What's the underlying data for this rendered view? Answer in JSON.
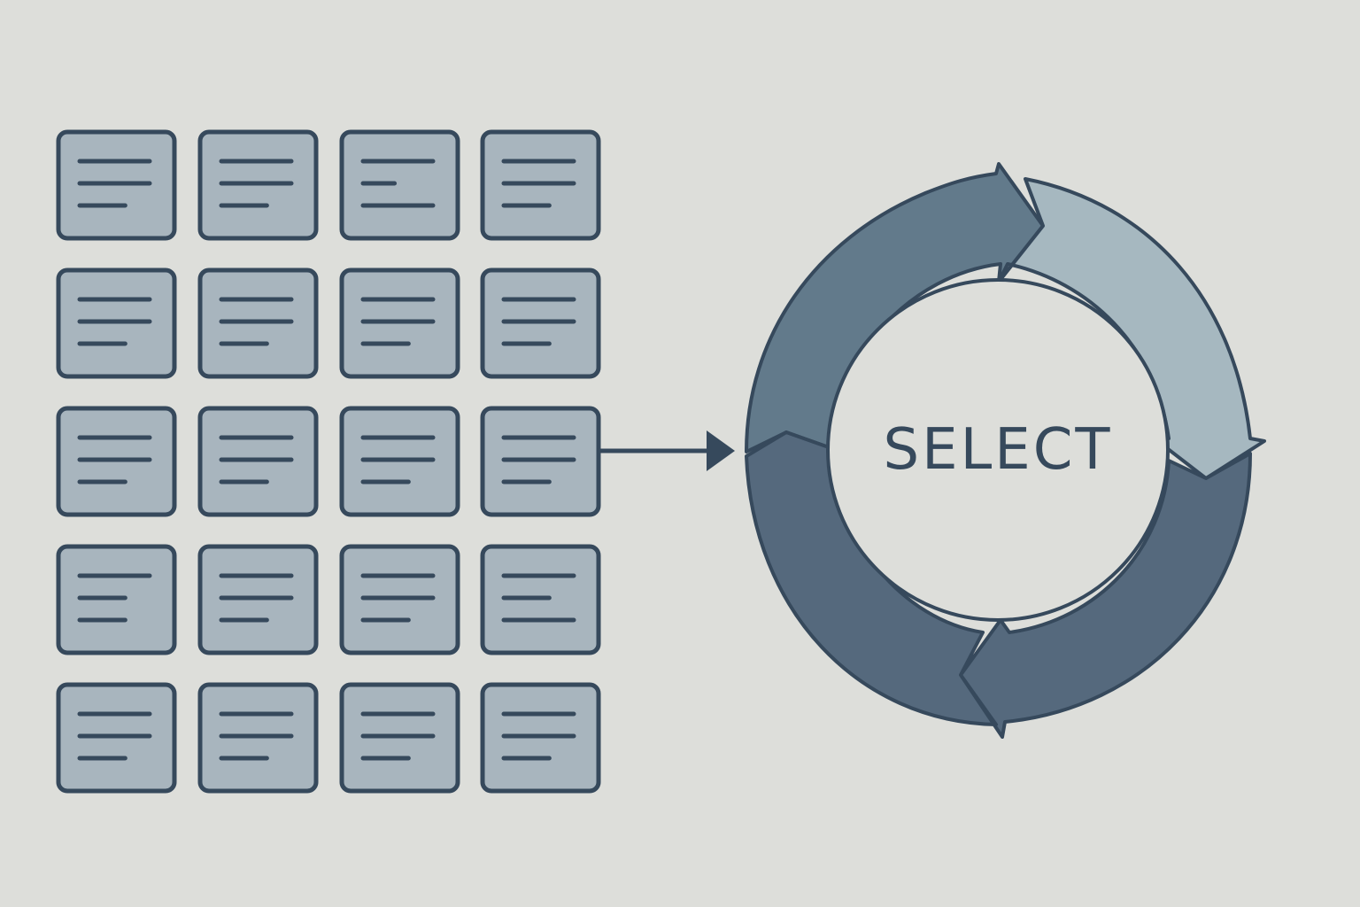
{
  "diagram": {
    "center_label": "SELECT",
    "grid": {
      "rows": 5,
      "columns": 4
    },
    "cards": [
      {
        "lines": [
          1.0,
          1.0,
          0.65
        ]
      },
      {
        "lines": [
          1.0,
          1.0,
          0.65
        ]
      },
      {
        "lines": [
          1.0,
          0.45,
          1.0
        ]
      },
      {
        "lines": [
          1.0,
          1.0,
          0.65
        ]
      },
      {
        "lines": [
          1.0,
          1.0,
          0.65
        ]
      },
      {
        "lines": [
          1.0,
          1.0,
          0.65
        ]
      },
      {
        "lines": [
          1.0,
          1.0,
          0.65
        ]
      },
      {
        "lines": [
          1.0,
          1.0,
          0.65
        ]
      },
      {
        "lines": [
          1.0,
          1.0,
          0.65
        ]
      },
      {
        "lines": [
          1.0,
          1.0,
          0.65
        ]
      },
      {
        "lines": [
          1.0,
          1.0,
          0.65
        ]
      },
      {
        "lines": [
          1.0,
          1.0,
          0.65
        ]
      },
      {
        "lines": [
          1.0,
          0.65,
          0.65
        ]
      },
      {
        "lines": [
          1.0,
          1.0,
          0.65
        ]
      },
      {
        "lines": [
          1.0,
          1.0,
          0.65
        ]
      },
      {
        "lines": [
          1.0,
          0.65,
          1.0
        ]
      },
      {
        "lines": [
          1.0,
          1.0,
          0.65
        ]
      },
      {
        "lines": [
          1.0,
          1.0,
          0.65
        ]
      },
      {
        "lines": [
          1.0,
          1.0,
          0.65
        ]
      },
      {
        "lines": [
          1.0,
          1.0,
          0.65
        ]
      }
    ],
    "connector": {
      "from_card": 11,
      "to": "cycle"
    },
    "cycle_segments": [
      {
        "name": "top-left",
        "color": "#627a8b"
      },
      {
        "name": "right",
        "color": "#a6b8c0"
      },
      {
        "name": "bottom",
        "color": "#55697d"
      }
    ],
    "colors": {
      "background": "#dddeda",
      "card_fill": "#a8b5be",
      "outline": "#36495c",
      "label": "#36495c"
    }
  }
}
